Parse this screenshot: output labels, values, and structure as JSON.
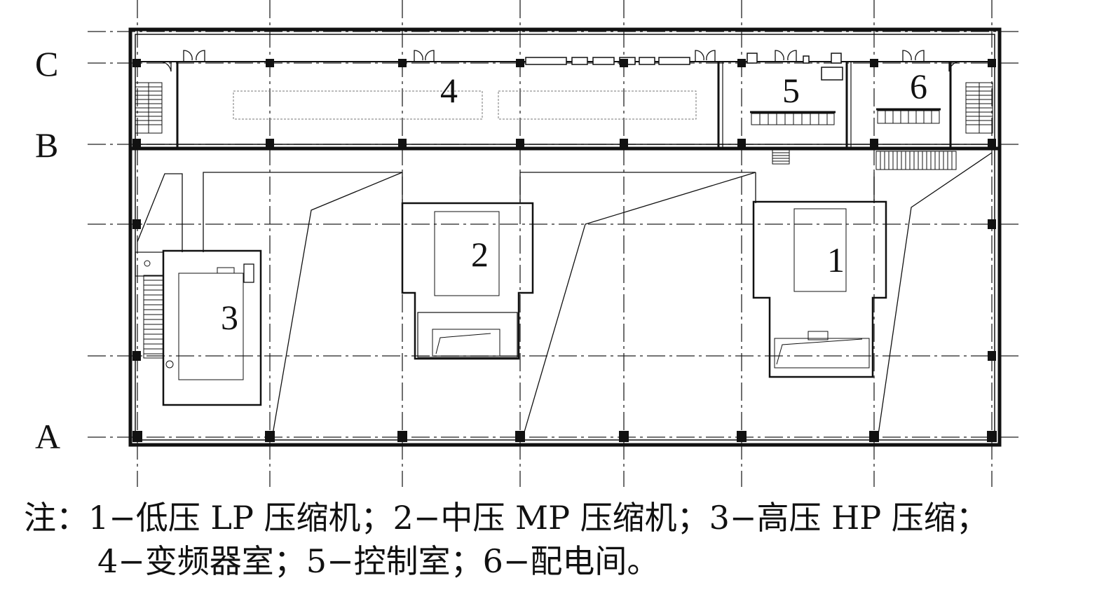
{
  "axes": {
    "row_labels": [
      "C",
      "B",
      "A"
    ]
  },
  "rooms": [
    {
      "id": "1",
      "label": "1"
    },
    {
      "id": "2",
      "label": "2"
    },
    {
      "id": "3",
      "label": "3"
    },
    {
      "id": "4",
      "label": "4"
    },
    {
      "id": "5",
      "label": "5"
    },
    {
      "id": "6",
      "label": "6"
    }
  ],
  "caption": {
    "line1": "注：1−低压 LP 压缩机；2−中压 MP 压缩机；3−高压 HP 压缩；",
    "line2": "4−变频器室；5−控制室；6−配电间。"
  }
}
